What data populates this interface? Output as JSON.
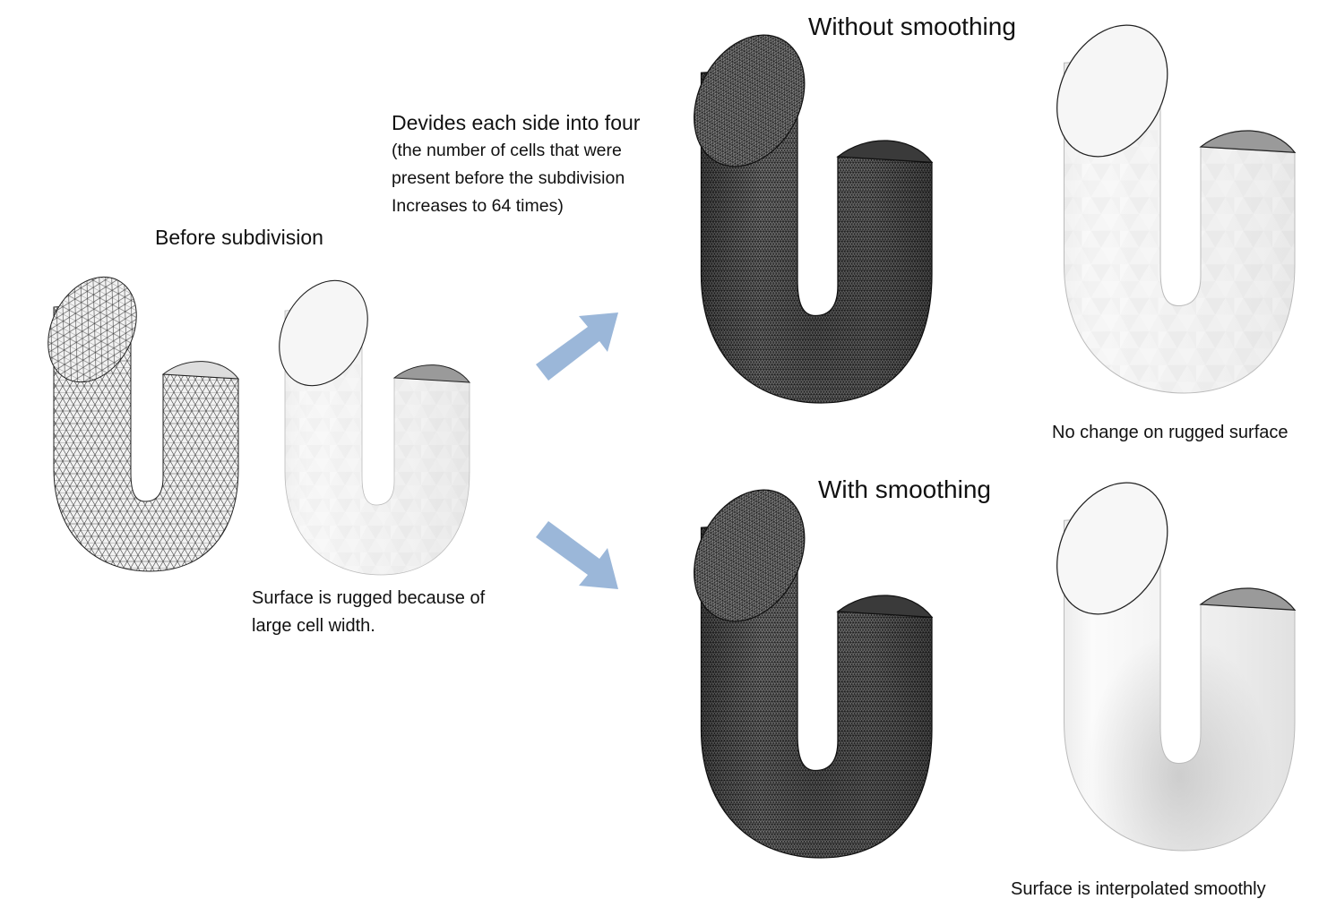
{
  "labels": {
    "before_title": "Before subdivision",
    "step_title": "Devides each side into four",
    "step_note": [
      "(the number of cells that were",
      "present before the subdivision",
      "Increases to 64 times)"
    ],
    "rugged_caption": [
      "Surface is rugged because of",
      "large cell width."
    ],
    "without_title": "Without smoothing",
    "with_title": "With smoothing",
    "no_change_caption": "No change on rugged surface",
    "smooth_caption": "Surface is interpolated smoothly"
  },
  "colors": {
    "arrow": "#9bb7d9",
    "mesh_light": "#efefef",
    "mesh_dark": "#5a5a5a",
    "surface": "#f1f1f1",
    "cut_face": "#9a9a9a"
  },
  "figures": [
    {
      "id": "before-mesh",
      "style": "wire-coarse"
    },
    {
      "id": "before-shaded",
      "style": "faceted"
    },
    {
      "id": "without-mesh",
      "style": "wire-dense"
    },
    {
      "id": "without-shaded",
      "style": "faceted"
    },
    {
      "id": "with-mesh",
      "style": "wire-dense"
    },
    {
      "id": "with-shaded",
      "style": "smooth"
    }
  ]
}
